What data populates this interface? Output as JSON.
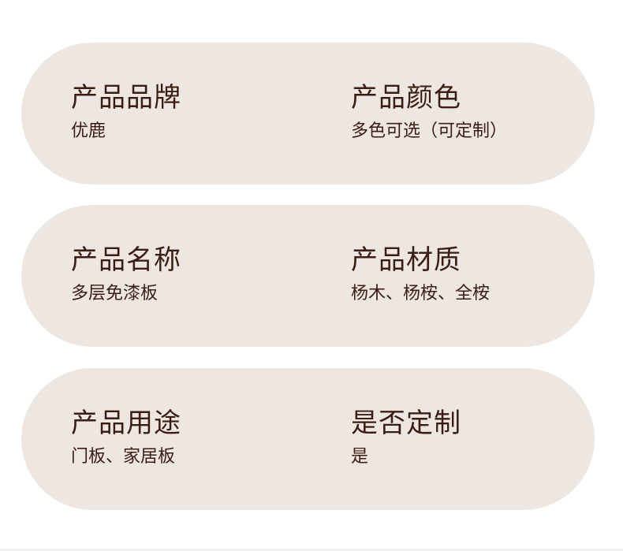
{
  "specs": [
    {
      "left": {
        "label": "产品品牌",
        "value": "优鹿"
      },
      "right": {
        "label": "产品颜色",
        "value": "多色可选（可定制）"
      }
    },
    {
      "left": {
        "label": "产品名称",
        "value": "多层免漆板"
      },
      "right": {
        "label": "产品材质",
        "value": "杨木、杨桉、全桉"
      }
    },
    {
      "left": {
        "label": "产品用途",
        "value": "门板、家居板"
      },
      "right": {
        "label": "是否定制",
        "value": "是"
      }
    }
  ],
  "colors": {
    "card_background": "#ede6e1",
    "text": "#3a1d14",
    "page_background": "#ffffff"
  }
}
